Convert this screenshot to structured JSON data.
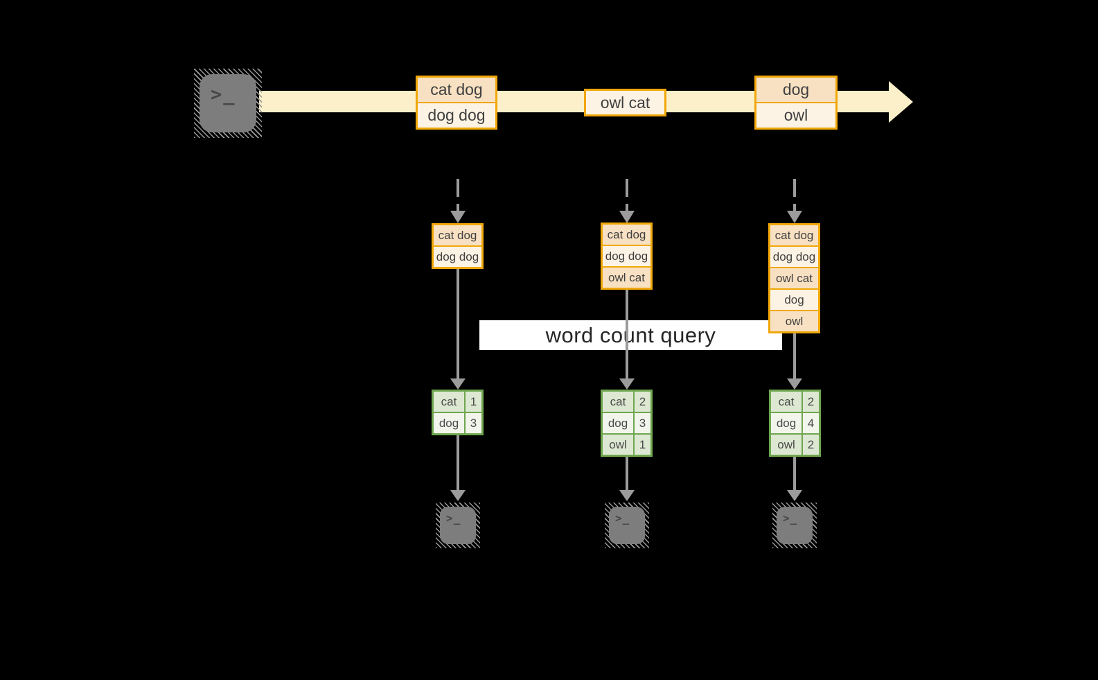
{
  "label": {
    "text": "word count query"
  },
  "icons": {
    "terminal_glyph": ">_"
  },
  "stream": {
    "batches": [
      {
        "rows": [
          "cat dog",
          "dog dog"
        ]
      },
      {
        "rows": [
          "owl cat"
        ]
      },
      {
        "rows": [
          "dog",
          "owl"
        ]
      }
    ]
  },
  "columns": [
    {
      "stack_rows": [
        "cat dog",
        "dog dog"
      ],
      "counts": [
        {
          "word": "cat",
          "count": "1"
        },
        {
          "word": "dog",
          "count": "3"
        }
      ]
    },
    {
      "stack_rows": [
        "cat dog",
        "dog dog",
        "owl cat"
      ],
      "counts": [
        {
          "word": "cat",
          "count": "2"
        },
        {
          "word": "dog",
          "count": "3"
        },
        {
          "word": "owl",
          "count": "1"
        }
      ]
    },
    {
      "stack_rows": [
        "cat dog",
        "dog dog",
        "owl cat",
        "dog",
        "owl"
      ],
      "counts": [
        {
          "word": "cat",
          "count": "2"
        },
        {
          "word": "dog",
          "count": "4"
        },
        {
          "word": "owl",
          "count": "2"
        }
      ]
    }
  ],
  "colors": {
    "accent_orange": "#f0a708",
    "peach": "#f8e1c3",
    "cream": "#fdf3e4",
    "band": "#fbf0c9",
    "green_border": "#6fa64f",
    "green_cell_dark": "#dde8d2",
    "green_cell_light": "#f1f5ec",
    "arrow_gray": "#9c9c9c",
    "terminal_gray": "#7d7d7d",
    "label_bg": "#ffffff",
    "text_dark": "#3f3f3f"
  }
}
